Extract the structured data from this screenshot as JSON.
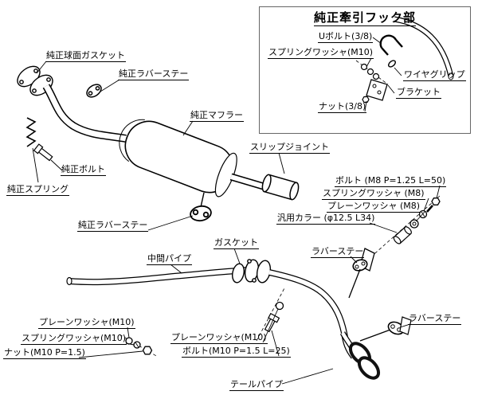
{
  "inset": {
    "title": "純正牽引フック部",
    "labels": [
      {
        "text": "Uボルト(3/8)"
      },
      {
        "text": "スプリングワッシャ(M10)"
      },
      {
        "text": "ワイヤグリップ"
      },
      {
        "text": "ブラケット"
      },
      {
        "text": "ナット(3/8)"
      }
    ]
  },
  "labels": [
    {
      "text": "純正球面ガスケット"
    },
    {
      "text": "純正ラバーステー"
    },
    {
      "text": "純正マフラー"
    },
    {
      "text": "スリップジョイント"
    },
    {
      "text": "純正ボルト"
    },
    {
      "text": "純正スプリング"
    },
    {
      "text": "純正ラバーステー"
    },
    {
      "text": "中間パイプ"
    },
    {
      "text": "ガスケット"
    },
    {
      "text": "ボルト (M8 P=1.25 L=50)"
    },
    {
      "text": "スプリングワッシャ (M8)"
    },
    {
      "text": "プレーンワッシャ (M8)"
    },
    {
      "text": "汎用カラー (φ12.5 L34)"
    },
    {
      "text": "ラバーステー"
    },
    {
      "text": "ラバーステー"
    },
    {
      "text": "プレーンワッシャ(M10)"
    },
    {
      "text": "スプリングワッシャ(M10)"
    },
    {
      "text": "ナット(M10 P=1.5)"
    },
    {
      "text": "プレーンワッシャ(M10)"
    },
    {
      "text": "ボルト(M10 P=1.5 L=25)"
    },
    {
      "text": "テールパイプ"
    }
  ],
  "colors": {
    "line": "#000000",
    "background": "#ffffff"
  }
}
